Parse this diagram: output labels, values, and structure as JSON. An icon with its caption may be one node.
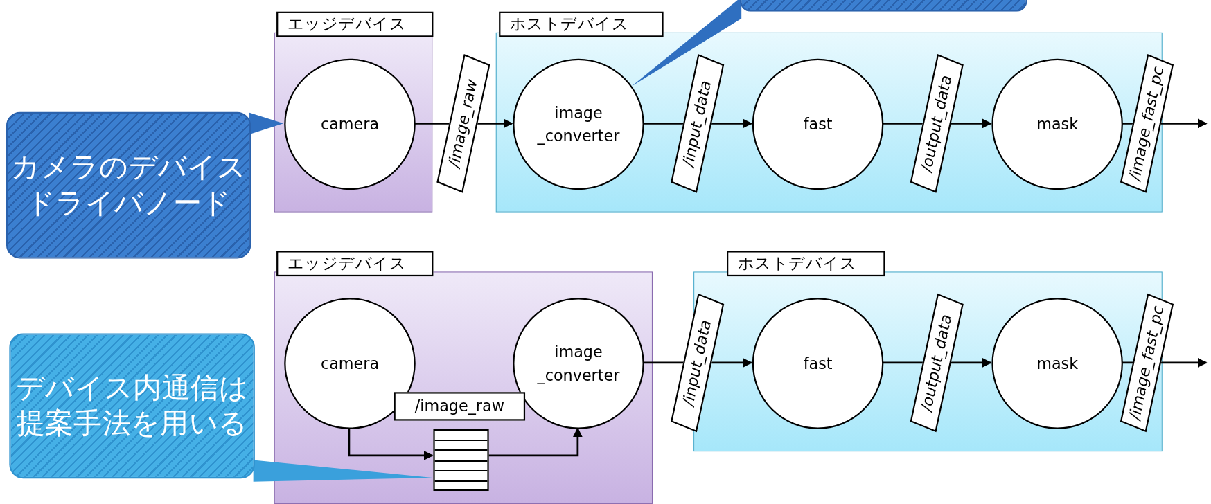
{
  "diagram": {
    "nodes": [
      {
        "text": [
          "エッジデバイス"
        ]
      },
      {
        "text": [
          "ホストデバイス"
        ]
      },
      {
        "text": [
          "camera"
        ],
        "in": 0
      },
      {
        "text": [
          "image _converter"
        ],
        "in": 1
      },
      {
        "text": [
          "fast"
        ],
        "in": 1
      },
      {
        "text": [
          "mask"
        ],
        "in": 1
      },
      {
        "text": [],
        "shape": "callout"
      },
      {
        "text": [
          "カメラのデバイスドライバノード"
        ]
      },
      {
        "text": [
          "エッジデバイス"
        ]
      },
      {
        "text": [
          "ホストデバイス"
        ]
      },
      {
        "text": [
          "camera"
        ],
        "in": 8
      },
      {
        "text": [
          "image _converter"
        ],
        "in": 8
      },
      {
        "text": [],
        "shape": "queue",
        "in": 8
      },
      {
        "text": [
          "fast"
        ],
        "in": 9
      },
      {
        "text": [
          "mask"
        ],
        "in": 9
      },
      {
        "text": [
          "デバイス内通信は提案手法を用いる"
        ]
      }
    ],
    "edges": [
      {
        "from": 2,
        "to": 3,
        "arrow": "to",
        "label": "/image_raw"
      },
      {
        "from": 3,
        "to": 4,
        "arrow": "to",
        "label": "/input_data"
      },
      {
        "from": 4,
        "to": 5,
        "arrow": "to",
        "label": "/output_data"
      },
      {
        "from": 5,
        "to": null,
        "arrow": "to",
        "label": "/image_fast_pc"
      },
      {
        "from": 6,
        "to": 3,
        "arrow": "to",
        "color": "#2f6fc0"
      },
      {
        "from": 7,
        "to": 2,
        "arrow": "to",
        "color": "#2f6fc0"
      },
      {
        "from": 10,
        "to": 12,
        "arrow": "to"
      },
      {
        "from": 12,
        "to": 11,
        "arrow": "to"
      },
      {
        "from": 11,
        "to": 13,
        "arrow": "to",
        "label": "/input_data"
      },
      {
        "from": 13,
        "to": 14,
        "arrow": "to",
        "label": "/output_data"
      },
      {
        "from": 14,
        "to": null,
        "arrow": "to",
        "label": "/image_fast_pc"
      },
      {
        "from": 15,
        "to": 12,
        "arrow": "to",
        "color": "#3aa0dc"
      }
    ],
    "labels": [
      "/image_raw"
    ]
  }
}
